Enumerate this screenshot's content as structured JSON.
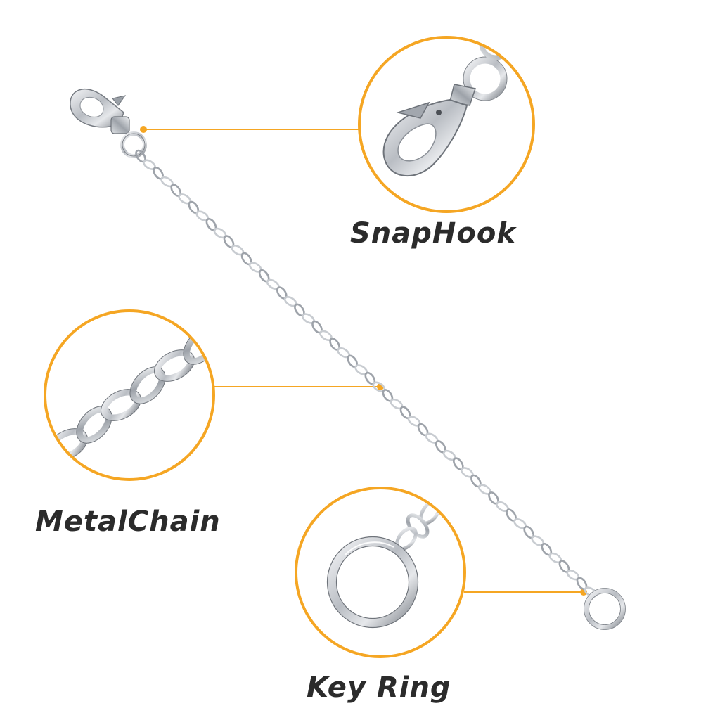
{
  "labels": {
    "snaphook": "SnapHook",
    "metalchain": "MetalChain",
    "keyring": "Key Ring"
  },
  "colors": {
    "accent": "#F5A623",
    "text": "#2B2B2B",
    "metal": "#B8BCC2",
    "metal_dark": "#6E737A",
    "metal_light": "#F2F3F5"
  },
  "icons": {
    "snaphook": "snap-hook-clasp-icon",
    "chain": "metal-chain-links-icon",
    "ring": "split-key-ring-icon"
  }
}
